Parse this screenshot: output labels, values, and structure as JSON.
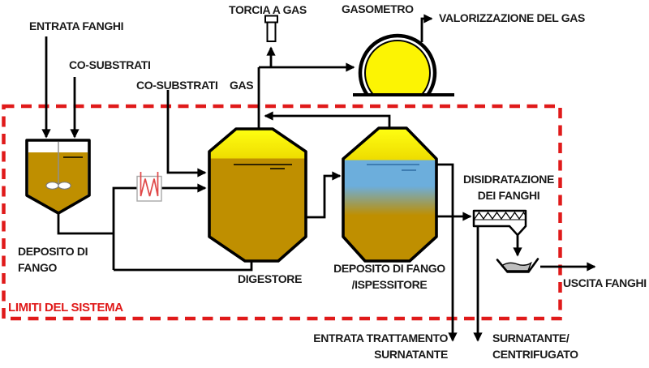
{
  "colors": {
    "sludge_brown": "#BF8F00",
    "gas_yellow": "#FCF403",
    "gas_yellow_deep": "#EEDC00",
    "supernatant_blue": "#6CAEDC",
    "boundary_red": "#E01A1A",
    "cake_gray": "#BFBFBF",
    "hx_red": "#E04848"
  },
  "labels": {
    "entrata_fanghi": "ENTRATA FANGHI",
    "co_substrati_1": "CO-SUBSTRATI",
    "co_substrati_2": "CO-SUBSTRATI",
    "gas": "GAS",
    "torcia_a_gas": "TORCIA A GAS",
    "gasometro": "GASOMETRO",
    "valorizzazione_del_gas": "VALORIZZAZIONE DEL GAS",
    "deposito_di_fango": {
      "line1": "DEPOSITO DI",
      "line2": "FANGO"
    },
    "digestore": "DIGESTORE",
    "deposito_ispessitore": {
      "line1": "DEPOSITO DI FANGO",
      "line2": "/ISPESSITORE"
    },
    "disidratazione": {
      "line1": "DISIDRATAZIONE",
      "line2": "DEI FANGHI"
    },
    "uscita_fanghi": "USCITA FANGHI",
    "entrata_trattamento": {
      "line1": "ENTRATA TRATTAMENTO",
      "line2": "SURNATANTE"
    },
    "surnatante_centrifugato": {
      "line1": "SURNATANTE/",
      "line2": "CENTRIFUGATO"
    },
    "limiti_del_sistema": "LIMITI DEL SISTEMA"
  }
}
